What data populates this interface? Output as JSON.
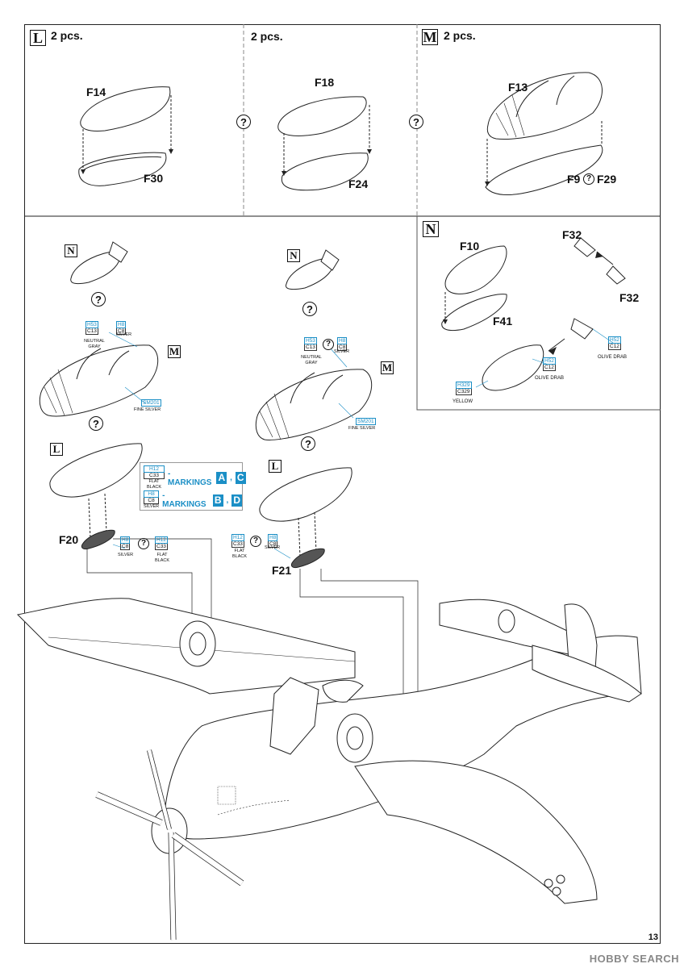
{
  "sections": {
    "L": {
      "badge": "L",
      "qty": "2 pcs.",
      "parts": [
        "F14",
        "F30"
      ]
    },
    "L_alt": {
      "qty": "2 pcs.",
      "parts": [
        "F18",
        "F24"
      ]
    },
    "M": {
      "badge": "M",
      "qty": "2 pcs.",
      "parts": [
        "F13",
        "F9",
        "F29"
      ]
    },
    "N": {
      "badge": "N",
      "parts": [
        "F10",
        "F41",
        "F32",
        "F32"
      ]
    }
  },
  "or_symbol": "?",
  "labels": {
    "F14": "F14",
    "F30": "F30",
    "F18": "F18",
    "F24": "F24",
    "F13": "F13",
    "F9": "F9",
    "F29": "F29",
    "F10": "F10",
    "F41": "F41",
    "F32a": "F32",
    "F32b": "F32",
    "F20": "F20",
    "F21": "F21"
  },
  "badges": {
    "N": "N",
    "M": "M",
    "L": "L"
  },
  "paint": {
    "neutral_gray": {
      "h": "H53",
      "c": "C13",
      "name": "NEUTRAL GRAY"
    },
    "silver": {
      "h": "H8",
      "c": "C8",
      "name": "SILVER"
    },
    "fine_silver": {
      "h": "SM201",
      "name": "FINE SILVER"
    },
    "olive_drab": {
      "h": "H52",
      "c": "C12",
      "name": "OLIVE DRAB"
    },
    "yellow": {
      "h": "H329",
      "c": "C329",
      "name": "YELLOW"
    },
    "flat_black": {
      "h": "H12",
      "c": "C33",
      "name": "FLAT BLACK"
    }
  },
  "legend": {
    "row1": {
      "h": "H12",
      "c": "C33",
      "name": "FLAT BLACK",
      "text": "- MARKINGS",
      "m1": "A",
      "sep": ",",
      "m2": "C"
    },
    "row2": {
      "h": "H8",
      "c": "C8",
      "name": "SILVER",
      "text": "- MARKINGS",
      "m1": "B",
      "sep": ",",
      "m2": "D"
    }
  },
  "page_number": "13",
  "watermark": "HOBBY SEARCH",
  "colors": {
    "accent": "#1b8fc6",
    "line": "#222222"
  }
}
